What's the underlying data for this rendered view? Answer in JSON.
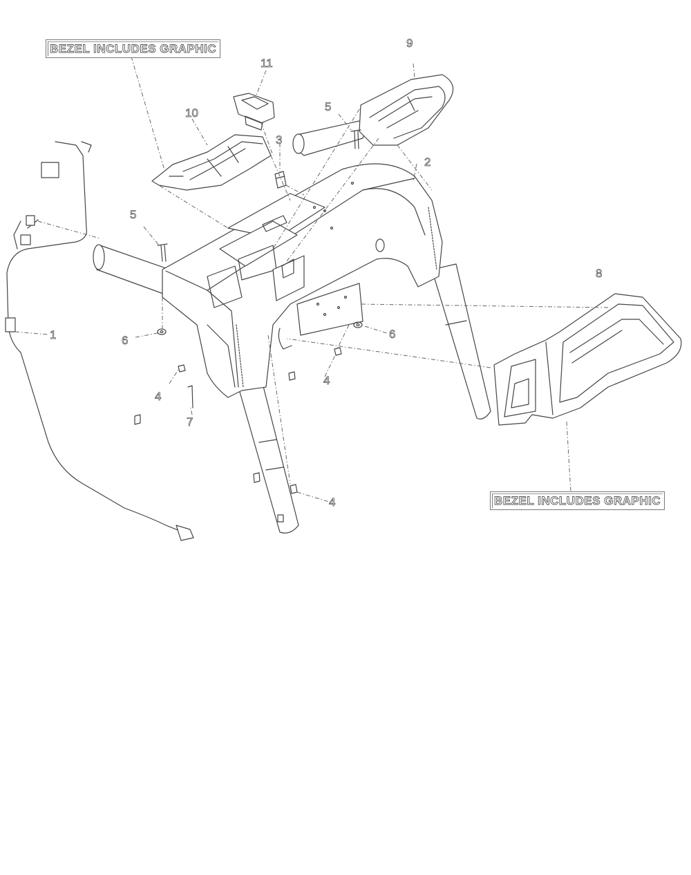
{
  "callouts": {
    "bezel_top": "BEZEL INCLUDES GRAPHIC",
    "bezel_right": "BEZEL INCLUDES GRAPHIC"
  },
  "part_numbers": {
    "p1": "1",
    "p2": "2",
    "p3": "3",
    "p4a": "4",
    "p4b": "4",
    "p4c": "4",
    "p5a": "5",
    "p5b": "5",
    "p6a": "6",
    "p6b": "6",
    "p7": "7",
    "p8": "8",
    "p9": "9",
    "p10": "10",
    "p11": "11"
  }
}
